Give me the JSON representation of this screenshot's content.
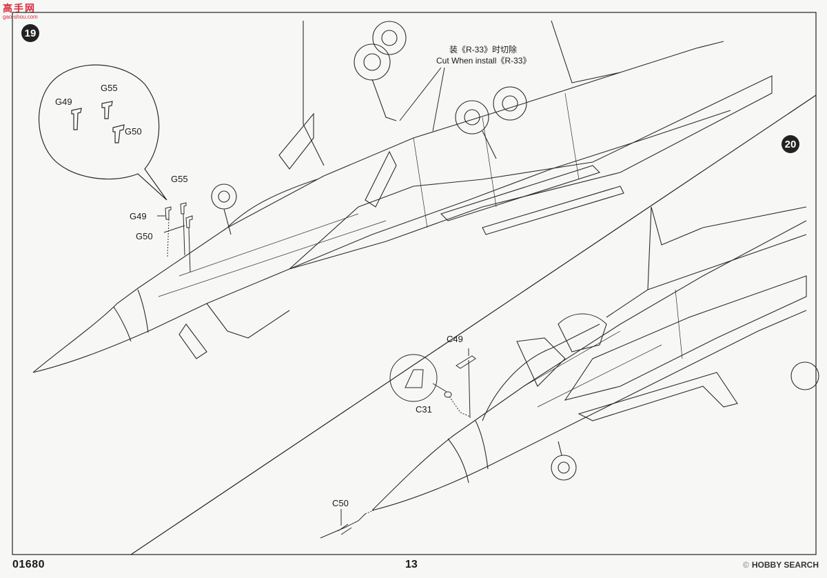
{
  "watermark_top_left": {
    "chinese": "高手网",
    "url": "gao-shou.com"
  },
  "steps": {
    "step19": "19",
    "step20": "20"
  },
  "step19_callout_labels": {
    "g49": "G49",
    "g55": "G55",
    "g50": "G50"
  },
  "step19_part_labels": {
    "g55": "G55",
    "g49": "G49",
    "g50": "G50"
  },
  "note": {
    "line1": "装《R-33》时切除",
    "line2": "Cut When install《R-33》"
  },
  "step20_labels": {
    "c49": "C49",
    "c31": "C31",
    "c50": "C50"
  },
  "footer": {
    "product_code": "01680",
    "page_number": "13",
    "watermark": "HOBBY SEARCH",
    "watermark_mark": "©"
  }
}
